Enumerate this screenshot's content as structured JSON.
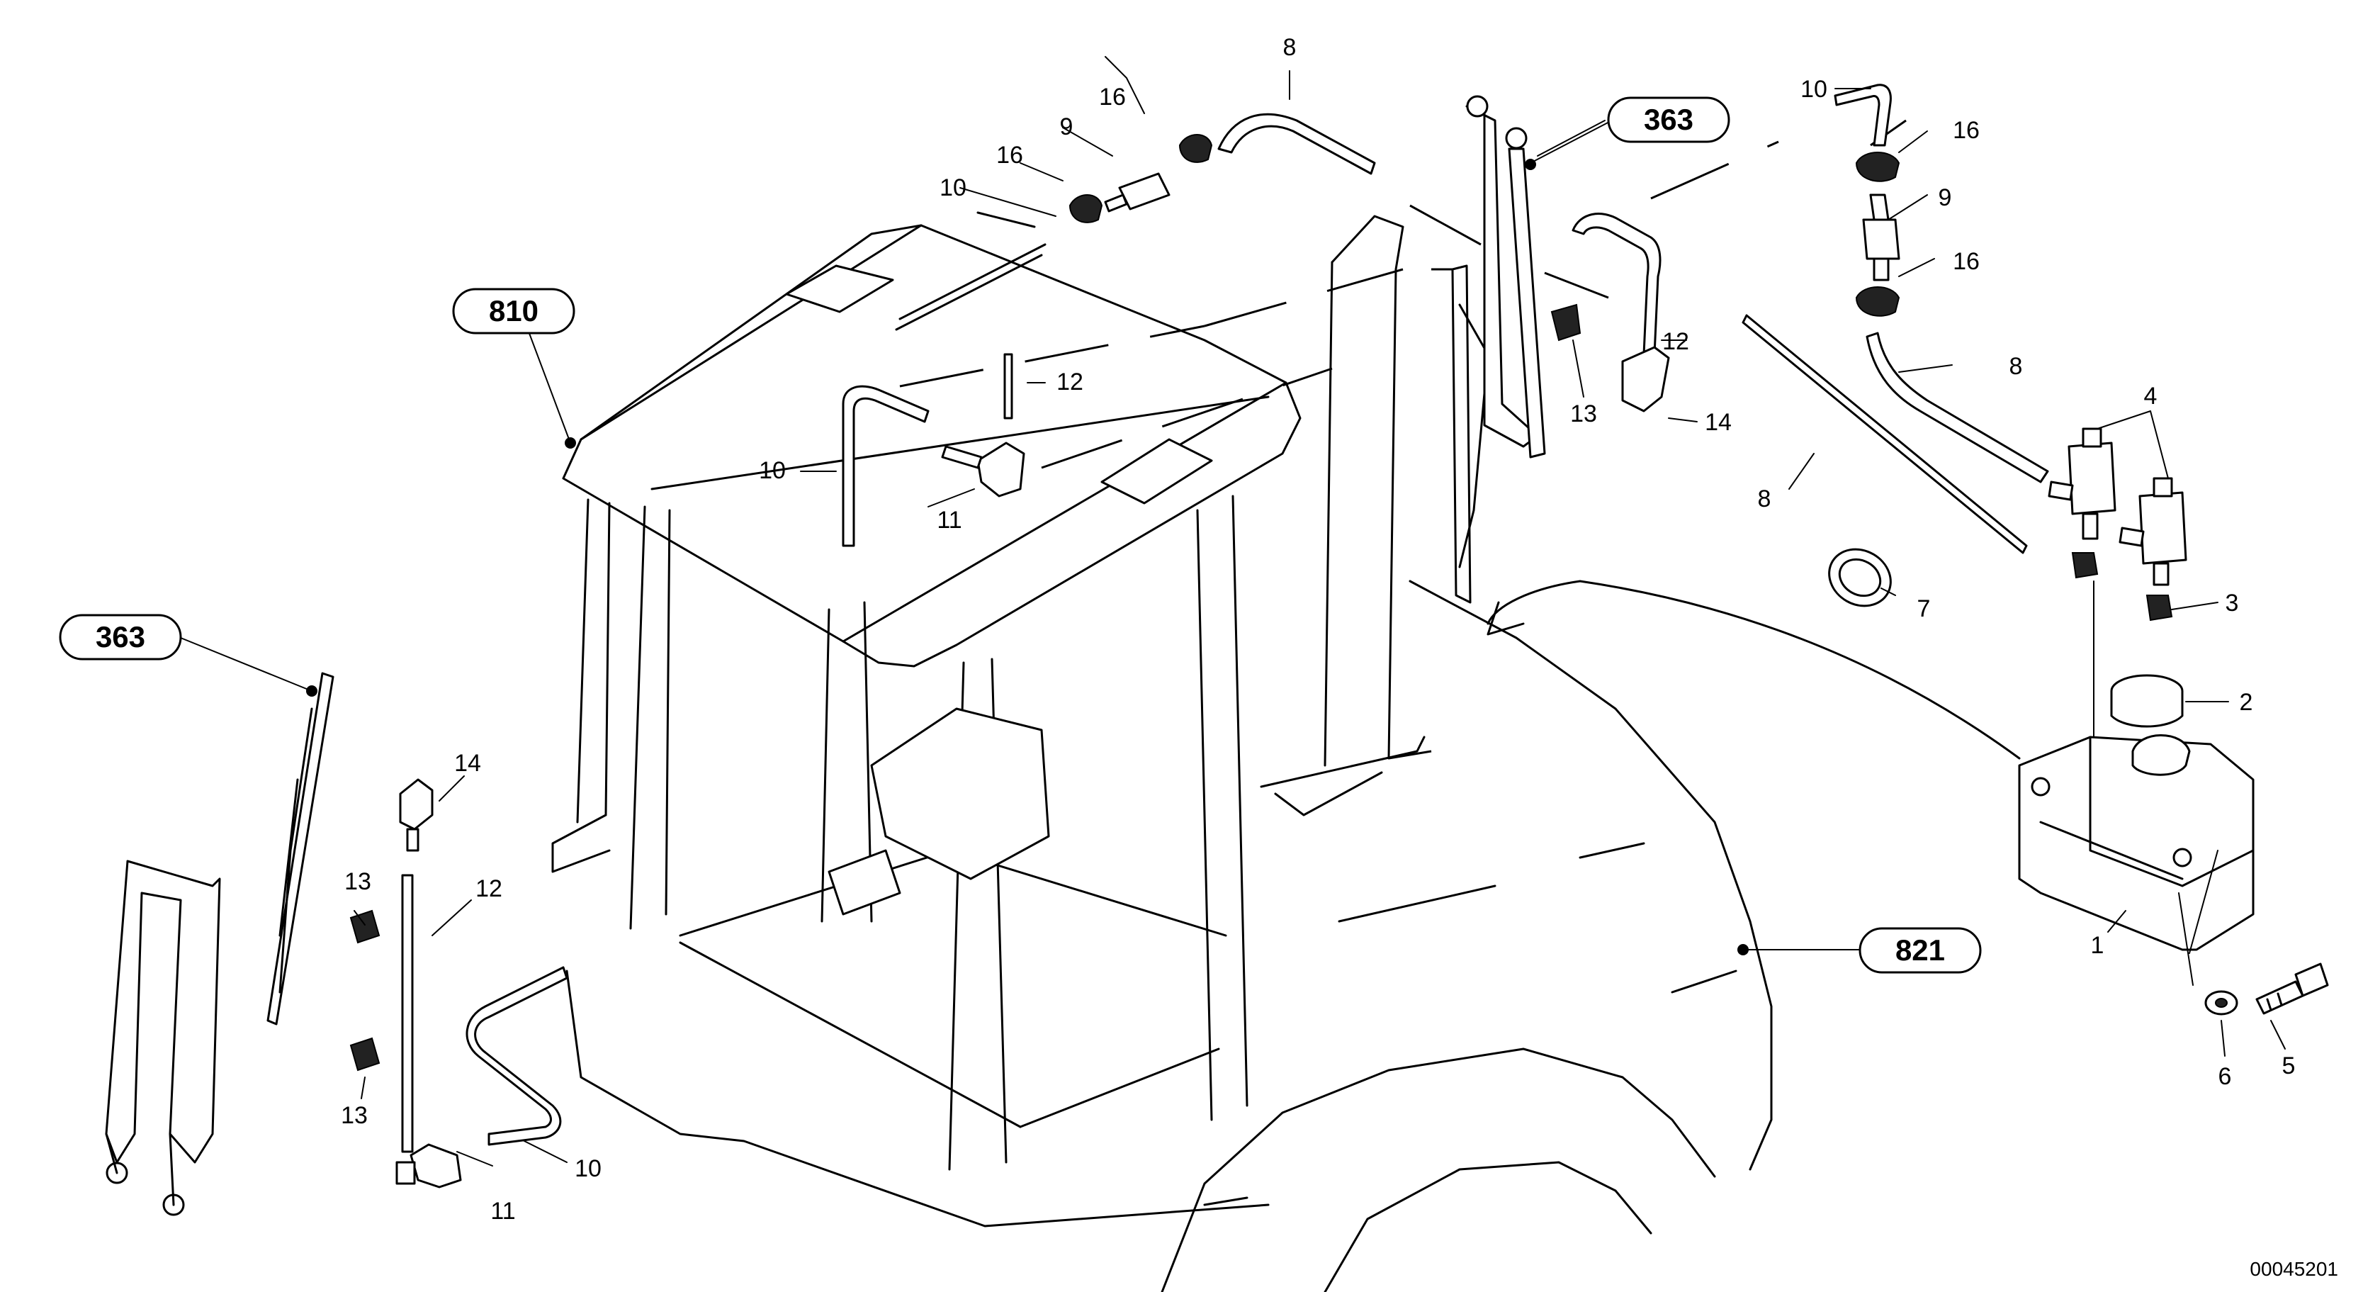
{
  "drawing_number": "00045201",
  "section_refs": {
    "left_wiper": "363",
    "right_wiper": "363",
    "cab": "810",
    "body": "821"
  },
  "part_numbers": {
    "reservoir": "1",
    "filler_cap": "2",
    "grommet": "3",
    "pump": "4",
    "bolt": "5",
    "washer": "6",
    "hose_clamp": "7",
    "hose_long": "8",
    "check_valve": "9",
    "hose_bent": "10",
    "nozzle_elbow": "11",
    "pipe": "12",
    "clip": "13",
    "nozzle": "14",
    "clamp": "16"
  }
}
